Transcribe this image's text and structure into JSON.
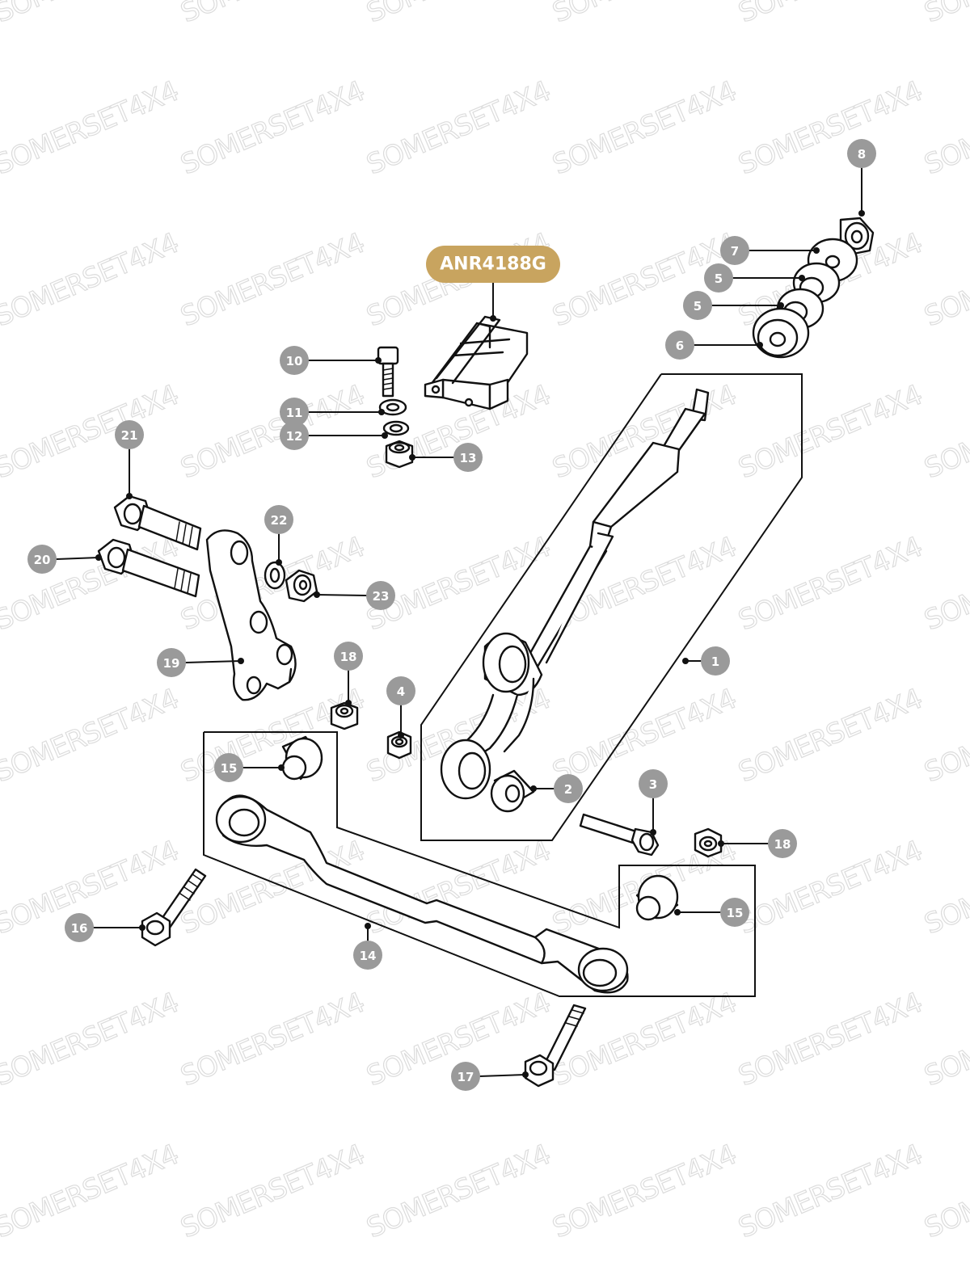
{
  "watermark": "SOMERSET4X4",
  "highlighted_part": {
    "part_number": "ANR4188G",
    "color": "#c8a45f"
  },
  "callout_color": "#9a9a9a",
  "callouts": [
    {
      "label": "1"
    },
    {
      "label": "2"
    },
    {
      "label": "3"
    },
    {
      "label": "4"
    },
    {
      "label": "5"
    },
    {
      "label": "5"
    },
    {
      "label": "6"
    },
    {
      "label": "7"
    },
    {
      "label": "8"
    },
    {
      "label": "10"
    },
    {
      "label": "11"
    },
    {
      "label": "12"
    },
    {
      "label": "13"
    },
    {
      "label": "14"
    },
    {
      "label": "15"
    },
    {
      "label": "15"
    },
    {
      "label": "16"
    },
    {
      "label": "17"
    },
    {
      "label": "18"
    },
    {
      "label": "18"
    },
    {
      "label": "19"
    },
    {
      "label": "20"
    },
    {
      "label": "21"
    },
    {
      "label": "22"
    },
    {
      "label": "23"
    }
  ]
}
